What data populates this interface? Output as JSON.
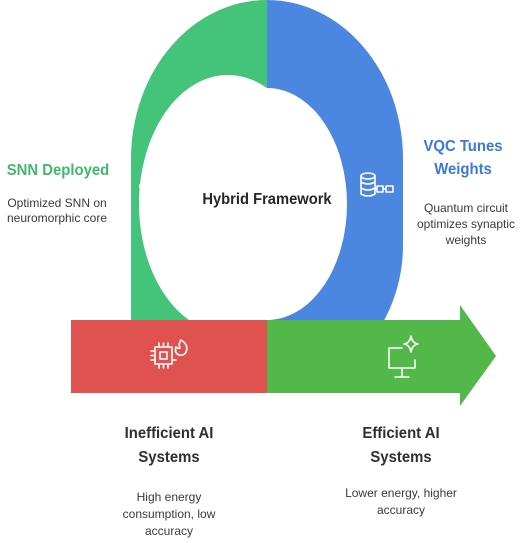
{
  "center": {
    "title": "Hybrid Framework"
  },
  "snn": {
    "heading": "SNN Deployed",
    "description": "Optimized SNN on neuromorphic core",
    "icon": "sparkle-atom-icon"
  },
  "vqc": {
    "heading_line1": "VQC Tunes",
    "heading_line2": "Weights",
    "description_line1": "Quantum circuit",
    "description_line2": "optimizes synaptic",
    "description_line3": "weights",
    "icon": "database-network-icon"
  },
  "inefficient": {
    "heading_line1": "Inefficient AI",
    "heading_line2": "Systems",
    "description_line1": "High energy",
    "description_line2": "consumption, low",
    "description_line3": "accuracy",
    "icon": "chip-flame-icon"
  },
  "efficient": {
    "heading_line1": "Efficient AI",
    "heading_line2": "Systems",
    "description_line1": "Lower energy, higher",
    "description_line2": "accuracy",
    "icon": "monitor-sparkle-icon"
  },
  "colors": {
    "green": "#44c47a",
    "blue": "#4b86e0",
    "red": "#e0524f",
    "arrow_green": "#52b84a",
    "snn_text": "#41b86c",
    "vqc_text": "#3a78dc"
  }
}
